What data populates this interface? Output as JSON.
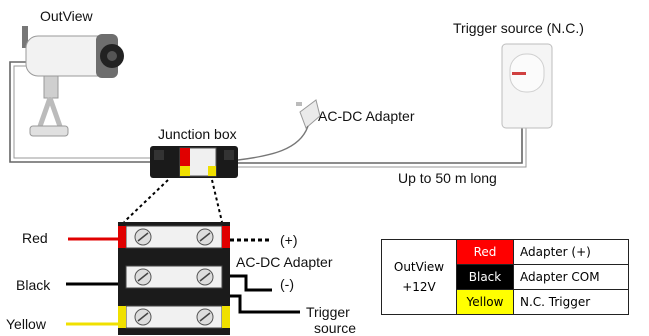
{
  "labels": {
    "camera": "OutView",
    "trigger_source": "Trigger source (N.C.)",
    "junction_box": "Junction box",
    "adapter_top": "AC-DC Adapter",
    "distance": "Up to 50 m long",
    "wire_red": "Red",
    "wire_black": "Black",
    "wire_yellow": "Yellow",
    "plus": "(+)",
    "minus": "(-)",
    "adapter_bottom": "AC-DC Adapter",
    "trigger_short_1": "Trigger",
    "trigger_short_2": "source"
  },
  "legend": {
    "device_line1": "OutView",
    "device_line2": "+12V",
    "rows": [
      {
        "color_label": "Red",
        "signal": "Adapter (+)",
        "bg": "#ff0000",
        "fg": "#ffffff"
      },
      {
        "color_label": "Black",
        "signal": "Adapter COM",
        "bg": "#000000",
        "fg": "#ffffff"
      },
      {
        "color_label": "Yellow",
        "signal": "N.C. Trigger",
        "bg": "#ffff00",
        "fg": "#000000"
      }
    ]
  },
  "colors": {
    "red": "#e00000",
    "black": "#000000",
    "yellow": "#f0e000",
    "cable": "#666666"
  }
}
